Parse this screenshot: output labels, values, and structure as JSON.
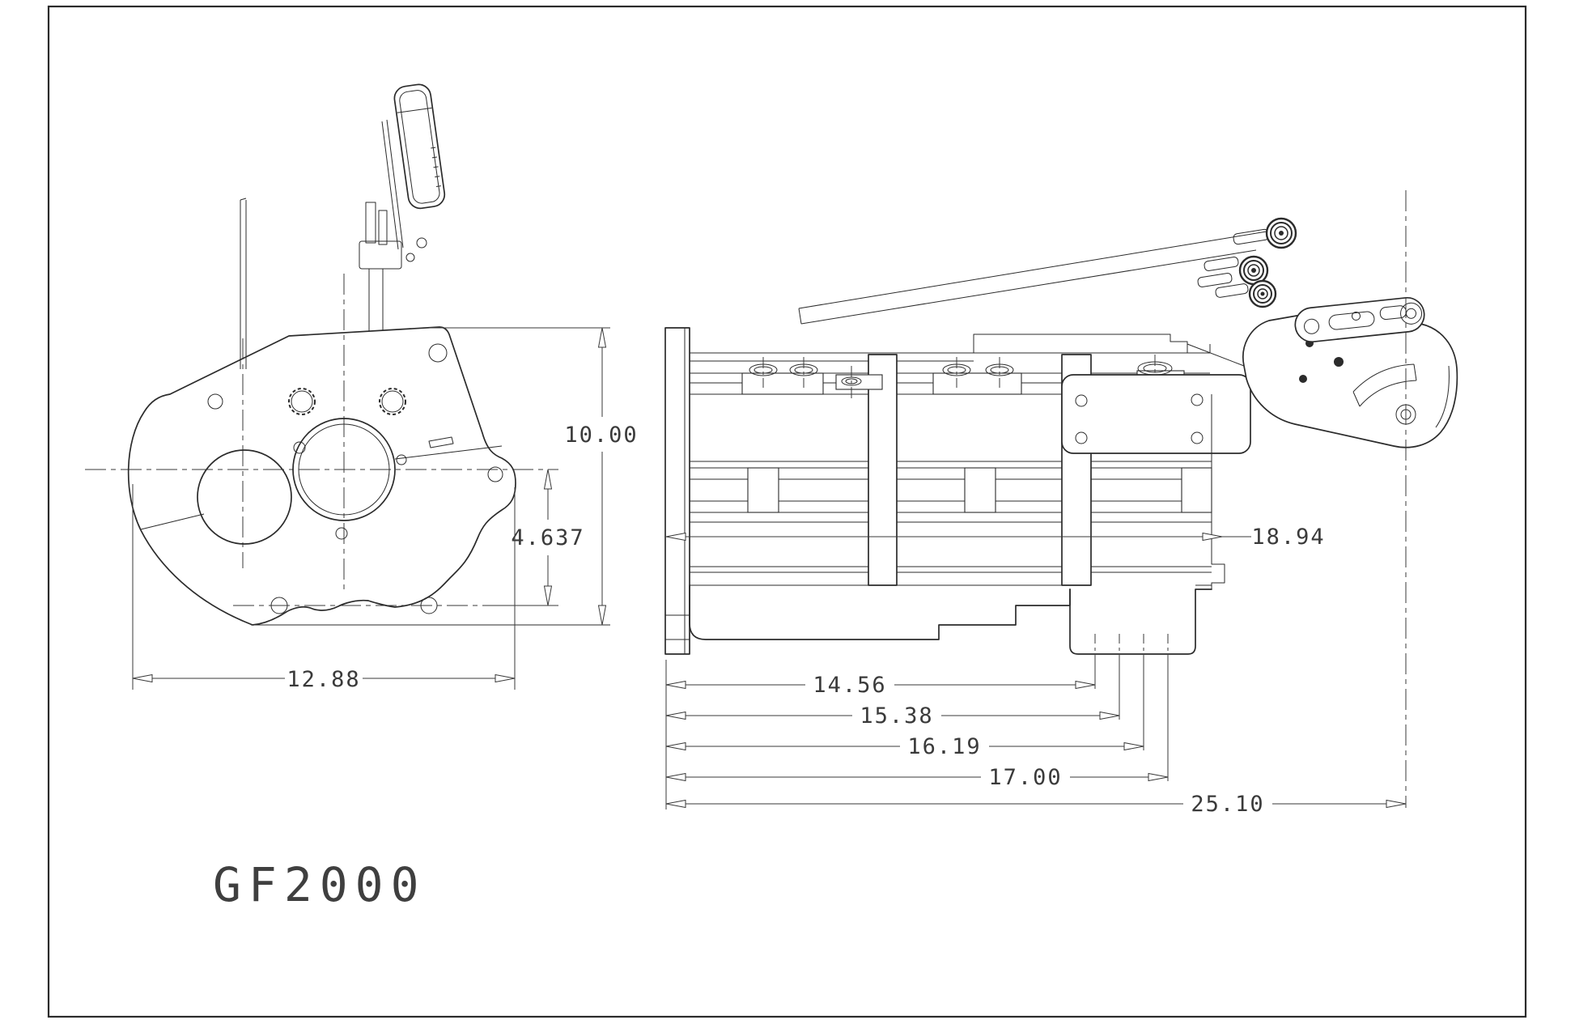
{
  "drawing": {
    "part_number": "GF2000",
    "dimensions": {
      "overall_height": {
        "label": "10.00"
      },
      "hole_height": {
        "label": "4.637"
      },
      "plate_width": {
        "label": "12.88"
      },
      "body_length": {
        "label": "18.94"
      },
      "length_a": {
        "label": "14.56"
      },
      "length_b": {
        "label": "15.38"
      },
      "length_c": {
        "label": "16.19"
      },
      "length_d": {
        "label": "17.00"
      },
      "overall_length": {
        "label": "25.10"
      }
    },
    "colors": {
      "background": "#ffffff",
      "line": "#2b2b2b",
      "dimension": "#3a3a3a"
    }
  }
}
